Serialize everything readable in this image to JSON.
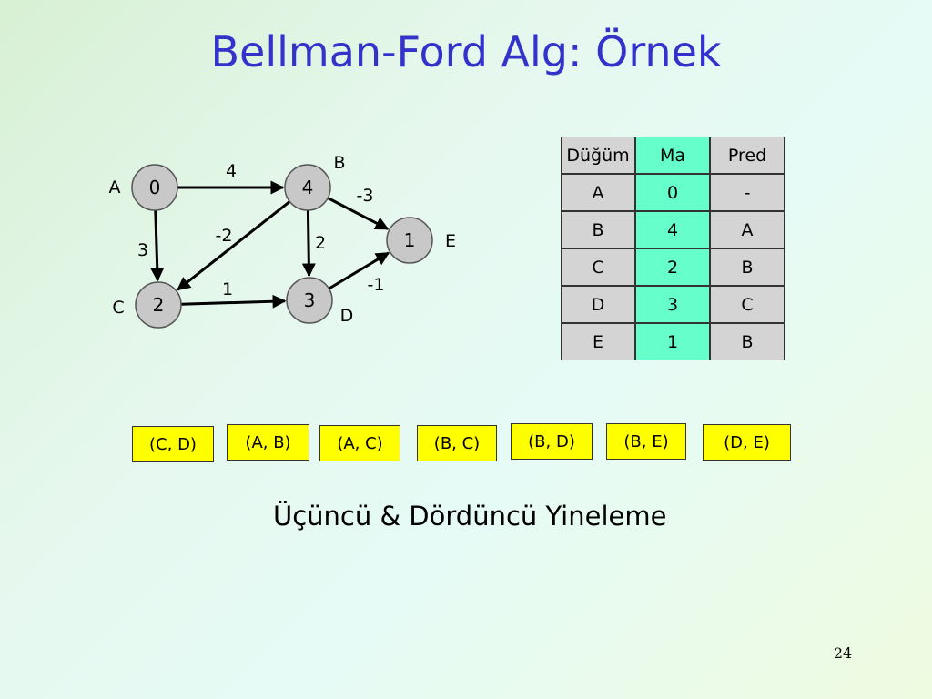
{
  "title": "Bellman-Ford Alg: Örnek",
  "graph": {
    "nodes": [
      {
        "id": "A",
        "label": "A",
        "value": "0"
      },
      {
        "id": "B",
        "label": "B",
        "value": "4"
      },
      {
        "id": "C",
        "label": "C",
        "value": "2"
      },
      {
        "id": "D",
        "label": "D",
        "value": "3"
      },
      {
        "id": "E",
        "label": "E",
        "value": "1"
      }
    ],
    "edges": [
      {
        "from": "A",
        "to": "B",
        "weight": "4"
      },
      {
        "from": "A",
        "to": "C",
        "weight": "3"
      },
      {
        "from": "B",
        "to": "C",
        "weight": "-2"
      },
      {
        "from": "B",
        "to": "D",
        "weight": "2"
      },
      {
        "from": "B",
        "to": "E",
        "weight": "-3"
      },
      {
        "from": "C",
        "to": "D",
        "weight": "1"
      },
      {
        "from": "D",
        "to": "E",
        "weight": "-1"
      }
    ]
  },
  "table": {
    "headers": [
      "Düğüm",
      "Ma",
      "Pred"
    ],
    "rows": [
      [
        "A",
        "0",
        "-"
      ],
      [
        "B",
        "4",
        "A"
      ],
      [
        "C",
        "2",
        "B"
      ],
      [
        "D",
        "3",
        "C"
      ],
      [
        "E",
        "1",
        "B"
      ]
    ]
  },
  "edge_order": [
    "(C, D)",
    "(A, B)",
    "(A, C)",
    "(B, C)",
    "(B, D)",
    "(B, E)",
    "(D, E)"
  ],
  "caption": "Üçüncü & Dördüncü Yineleme",
  "page_number": "24",
  "colors": {
    "title": "#3333cc",
    "node_fill": "#c8c8c8",
    "distance_column": "#66ffcc",
    "edge_box": "#ffff00"
  }
}
